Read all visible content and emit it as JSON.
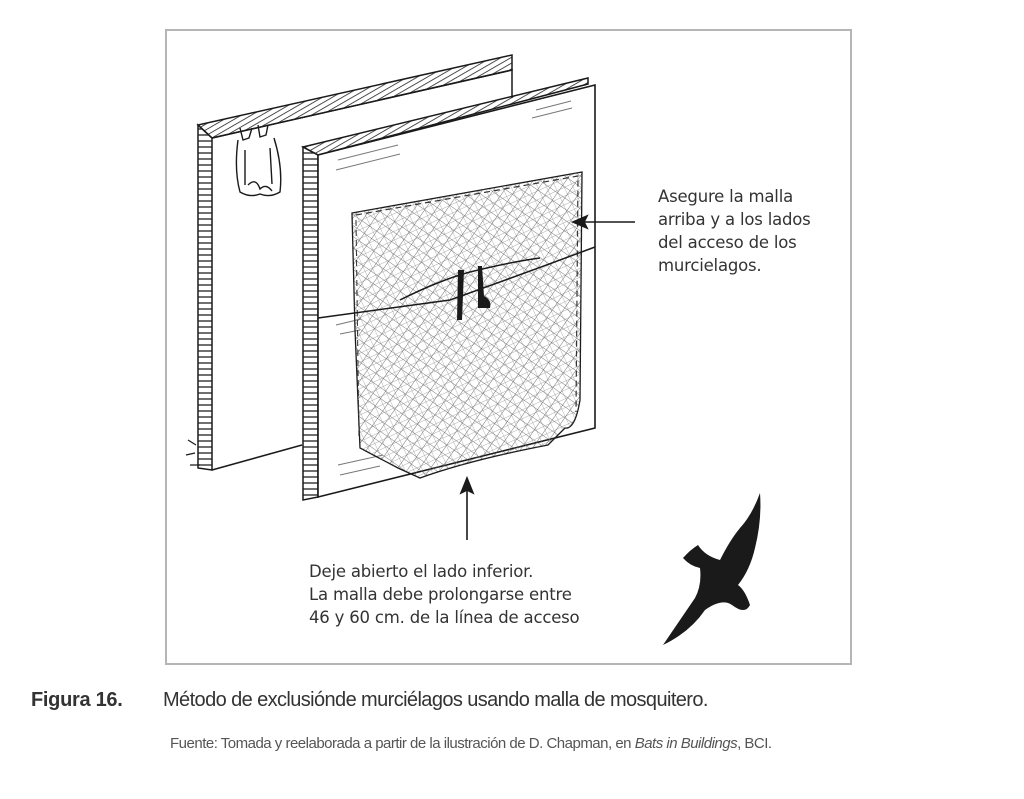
{
  "figure": {
    "labels": {
      "top_note": [
        "Asegure la malla",
        "arriba y a los lados",
        "del acceso de los",
        "murcielagos."
      ],
      "bottom_note": [
        "Deje abierto el lado inferior.",
        "La malla debe prolongarse entre",
        "46 y 60 cm. de la línea de acceso"
      ]
    },
    "illustration": {
      "elements": [
        "back-wall-panel",
        "front-wall-panel",
        "hanging-bat",
        "mosquito-net",
        "bat-under-net",
        "flying-bat",
        "arrow-left",
        "arrow-up"
      ]
    }
  },
  "caption": {
    "number": "Figura 16.",
    "text": "Método de exclusiónde murciélagos usando malla de mosquitero."
  },
  "source": {
    "prefix": "Fuente: Tomada y reelaborada a partir de la ilustración de D. Chapman, en ",
    "title": "Bats in Buildings",
    "suffix": ", BCI."
  },
  "colors": {
    "frame_border": "#b5b5b5",
    "ink": "#1a1a1a",
    "text": "#333333",
    "source_text": "#555555"
  }
}
